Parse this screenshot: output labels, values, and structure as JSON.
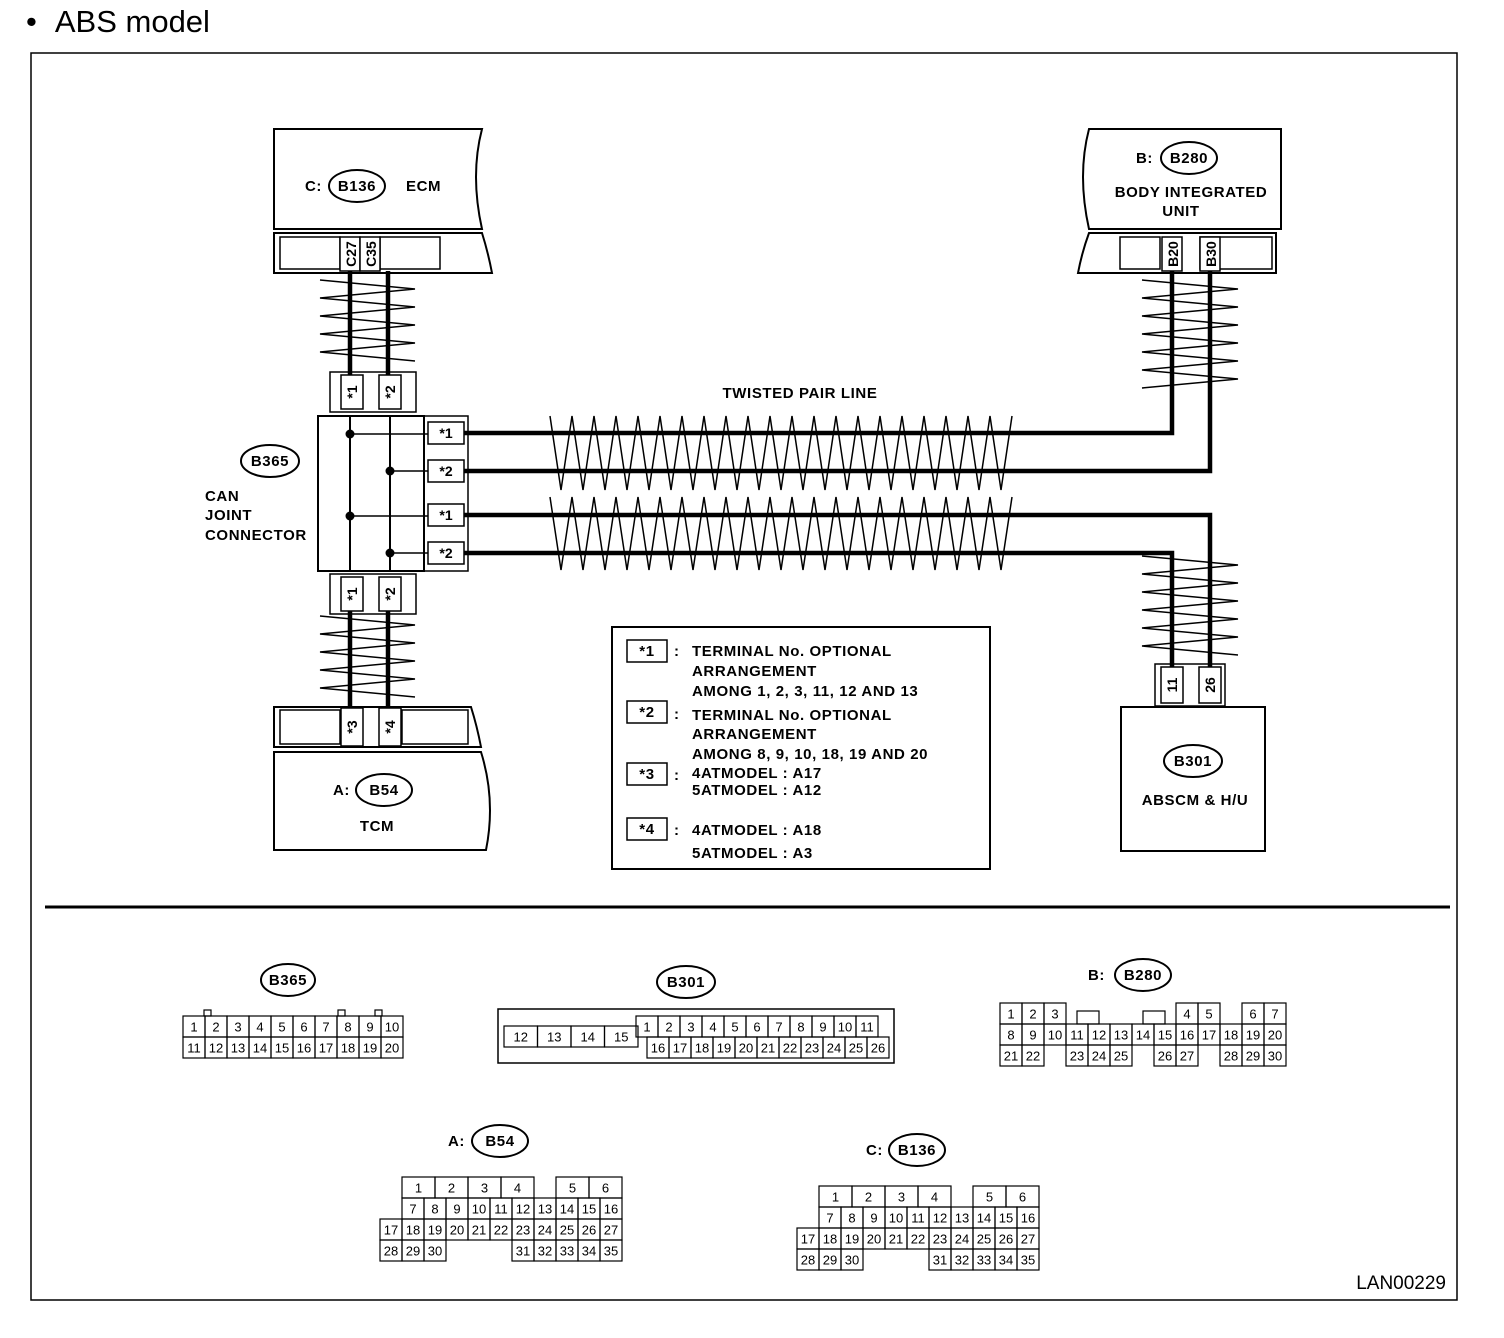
{
  "heading": {
    "bullet": "•",
    "title": "ABS model"
  },
  "diagram_code": "LAN00229",
  "twisted_pair_label": "TWISTED PAIR LINE",
  "ecm": {
    "prefix": "C:",
    "connector": "B136",
    "name": "ECM",
    "pins": [
      "C27",
      "C35"
    ]
  },
  "body_unit": {
    "prefix": "B:",
    "connector": "B280",
    "name_line1": "BODY INTEGRATED",
    "name_line2": "UNIT",
    "pins": [
      "B20",
      "B30"
    ]
  },
  "can_joint": {
    "connector": "B365",
    "name_line1": "CAN",
    "name_line2": "JOINT",
    "name_line3": "CONNECTOR",
    "top_pins": [
      "*1",
      "*2"
    ],
    "right_pins": [
      "*1",
      "*2",
      "*1",
      "*2"
    ],
    "bottom_pins": [
      "*1",
      "*2"
    ]
  },
  "tcm": {
    "prefix": "A:",
    "connector": "B54",
    "name": "TCM",
    "pins": [
      "*3",
      "*4"
    ]
  },
  "abscm": {
    "connector": "B301",
    "name": "ABSCM & H/U",
    "pins": [
      "11",
      "26"
    ]
  },
  "legend": [
    {
      "key": "*1",
      "lines": [
        "TERMINAL No. OPTIONAL",
        "ARRANGEMENT",
        "AMONG 1, 2, 3, 11, 12 AND 13"
      ]
    },
    {
      "key": "*2",
      "lines": [
        "TERMINAL No. OPTIONAL",
        "ARRANGEMENT",
        "AMONG 8, 9, 10, 18, 19 AND 20"
      ]
    },
    {
      "key": "*3",
      "lines": [
        "4ATMODEL : A17",
        "5ATMODEL : A12"
      ]
    },
    {
      "key": "*4",
      "lines": [
        "4ATMODEL : A18",
        "5ATMODEL : A3"
      ]
    }
  ],
  "connector_views": {
    "b365": {
      "label": "B365",
      "rows": [
        [
          "1",
          "2",
          "3",
          "4",
          "5",
          "6",
          "7",
          "8",
          "9",
          "10"
        ],
        [
          "11",
          "12",
          "13",
          "14",
          "15",
          "16",
          "17",
          "18",
          "19",
          "20"
        ]
      ]
    },
    "b301": {
      "label": "B301",
      "left": [
        "12",
        "13",
        "14",
        "15"
      ],
      "rows": [
        [
          "1",
          "2",
          "3",
          "4",
          "5",
          "6",
          "7",
          "8",
          "9",
          "10",
          "11"
        ],
        [
          "16",
          "17",
          "18",
          "19",
          "20",
          "21",
          "22",
          "23",
          "24",
          "25",
          "26"
        ]
      ]
    },
    "b280": {
      "prefix": "B:",
      "label": "B280",
      "rows": [
        [
          "1",
          "2",
          "3",
          "",
          "",
          "",
          "",
          "",
          "",
          "4",
          "5",
          "",
          "6",
          "7"
        ],
        [
          "8",
          "9",
          "10",
          "11",
          "12",
          "13",
          "14",
          "15",
          "16",
          "17",
          "18",
          "19",
          "20"
        ],
        [
          "21",
          "22",
          "",
          "23",
          "24",
          "25",
          "",
          "26",
          "27",
          "",
          "28",
          "29",
          "30"
        ]
      ]
    },
    "b54": {
      "prefix": "A:",
      "label": "B54",
      "rows": [
        [
          "1",
          "2",
          "3",
          "4",
          "5",
          "6"
        ],
        [
          "7",
          "8",
          "9",
          "10",
          "11",
          "12",
          "13",
          "14",
          "15",
          "16"
        ],
        [
          "17",
          "18",
          "19",
          "20",
          "21",
          "22",
          "23",
          "24",
          "25",
          "26",
          "27"
        ],
        [
          "28",
          "29",
          "30",
          "31",
          "32",
          "33",
          "34",
          "35"
        ]
      ]
    },
    "b136": {
      "prefix": "C:",
      "label": "B136",
      "rows": [
        [
          "1",
          "2",
          "3",
          "4",
          "5",
          "6"
        ],
        [
          "7",
          "8",
          "9",
          "10",
          "11",
          "12",
          "13",
          "14",
          "15",
          "16"
        ],
        [
          "17",
          "18",
          "19",
          "20",
          "21",
          "22",
          "23",
          "24",
          "25",
          "26",
          "27"
        ],
        [
          "28",
          "29",
          "30",
          "31",
          "32",
          "33",
          "34",
          "35"
        ]
      ]
    }
  }
}
